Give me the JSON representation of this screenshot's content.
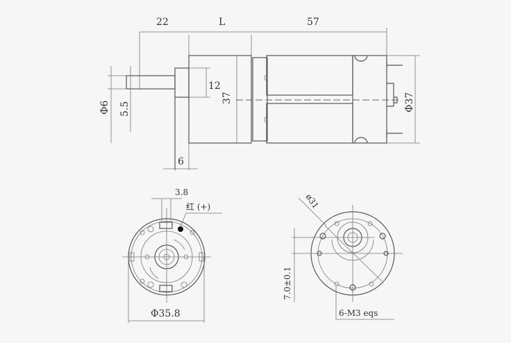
{
  "side_view": {
    "dim_shaft_length": "22",
    "dim_gearbox_length": "L",
    "dim_motor_length": "57",
    "dim_boss_diameter": "12",
    "dim_gearbox_height": "37",
    "dim_motor_diameter": "Φ37",
    "dim_shaft_diameter": "Φ6",
    "dim_shaft_flat": "5.5",
    "dim_boss_length": "6"
  },
  "rear_view": {
    "dim_terminal_width": "3.8",
    "terminal_label": "红 (+)",
    "dim_diameter": "Φ35.8"
  },
  "front_view": {
    "dim_bolt_circle": "ø31",
    "dim_offset": "7.0±0.1",
    "dim_screws": "6-M3 eqs"
  }
}
